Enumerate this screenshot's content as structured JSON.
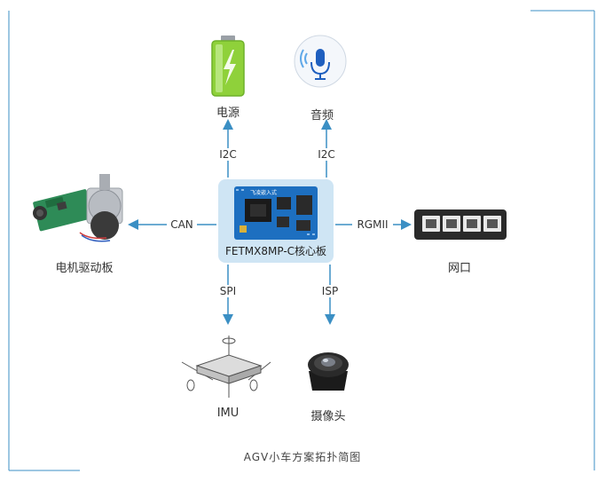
{
  "nodes": {
    "power": "电源",
    "audio": "音频",
    "motor": "电机驱动板",
    "network": "网口",
    "imu": "IMU",
    "camera": "摄像头"
  },
  "links": {
    "power": "I2C",
    "audio": "I2C",
    "motor": "CAN",
    "network": "RGMII",
    "imu": "SPI",
    "camera": "ISP"
  },
  "core": {
    "title": "FETMX8MP-C核心板",
    "brand": "飞凌嵌入式"
  },
  "caption": "AGV小车方案拓扑简图",
  "colors": {
    "arrow": "#3b8fc4",
    "card": "#cfe5f4",
    "board": "#1d6fc0",
    "battery": "#7ed321"
  }
}
